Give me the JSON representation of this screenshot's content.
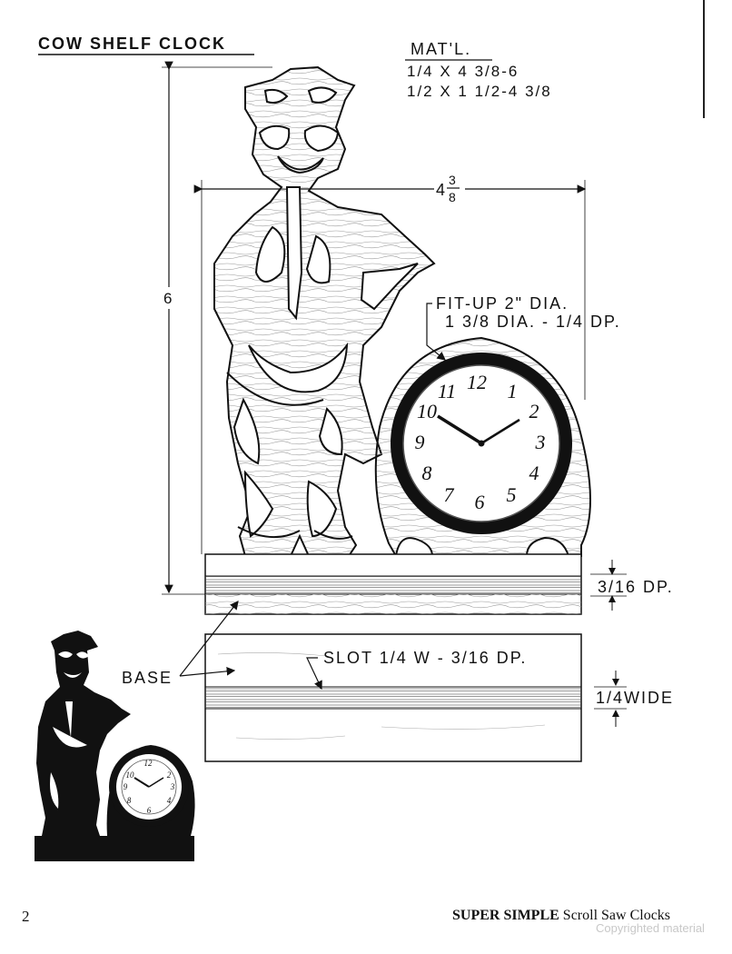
{
  "title": "COW SHELF CLOCK",
  "materials": {
    "heading": "MAT'L.",
    "line1": "1/4 X 4 3/8-6",
    "line2": "1/2 X 1 1/2-4 3/8"
  },
  "dimensions": {
    "width_whole": "4",
    "width_num": "3",
    "width_den": "8",
    "height": "6",
    "depth": "3/16 DP.",
    "slot_width": "1/4WIDE"
  },
  "callouts": {
    "fitup_line1": "FIT-UP 2\" DIA.",
    "fitup_line2": "1 3/8 DIA. - 1/4 DP.",
    "base": "BASE",
    "slot": "SLOT 1/4 W - 3/16 DP."
  },
  "clock_numerals": [
    "12",
    "1",
    "2",
    "3",
    "4",
    "5",
    "6",
    "7",
    "8",
    "9",
    "10",
    "11"
  ],
  "footer": {
    "page_number": "2",
    "book_title_bold": "SUPER SIMPLE",
    "book_title_rest": " Scroll Saw Clocks",
    "watermark": "Copyrighted material"
  }
}
